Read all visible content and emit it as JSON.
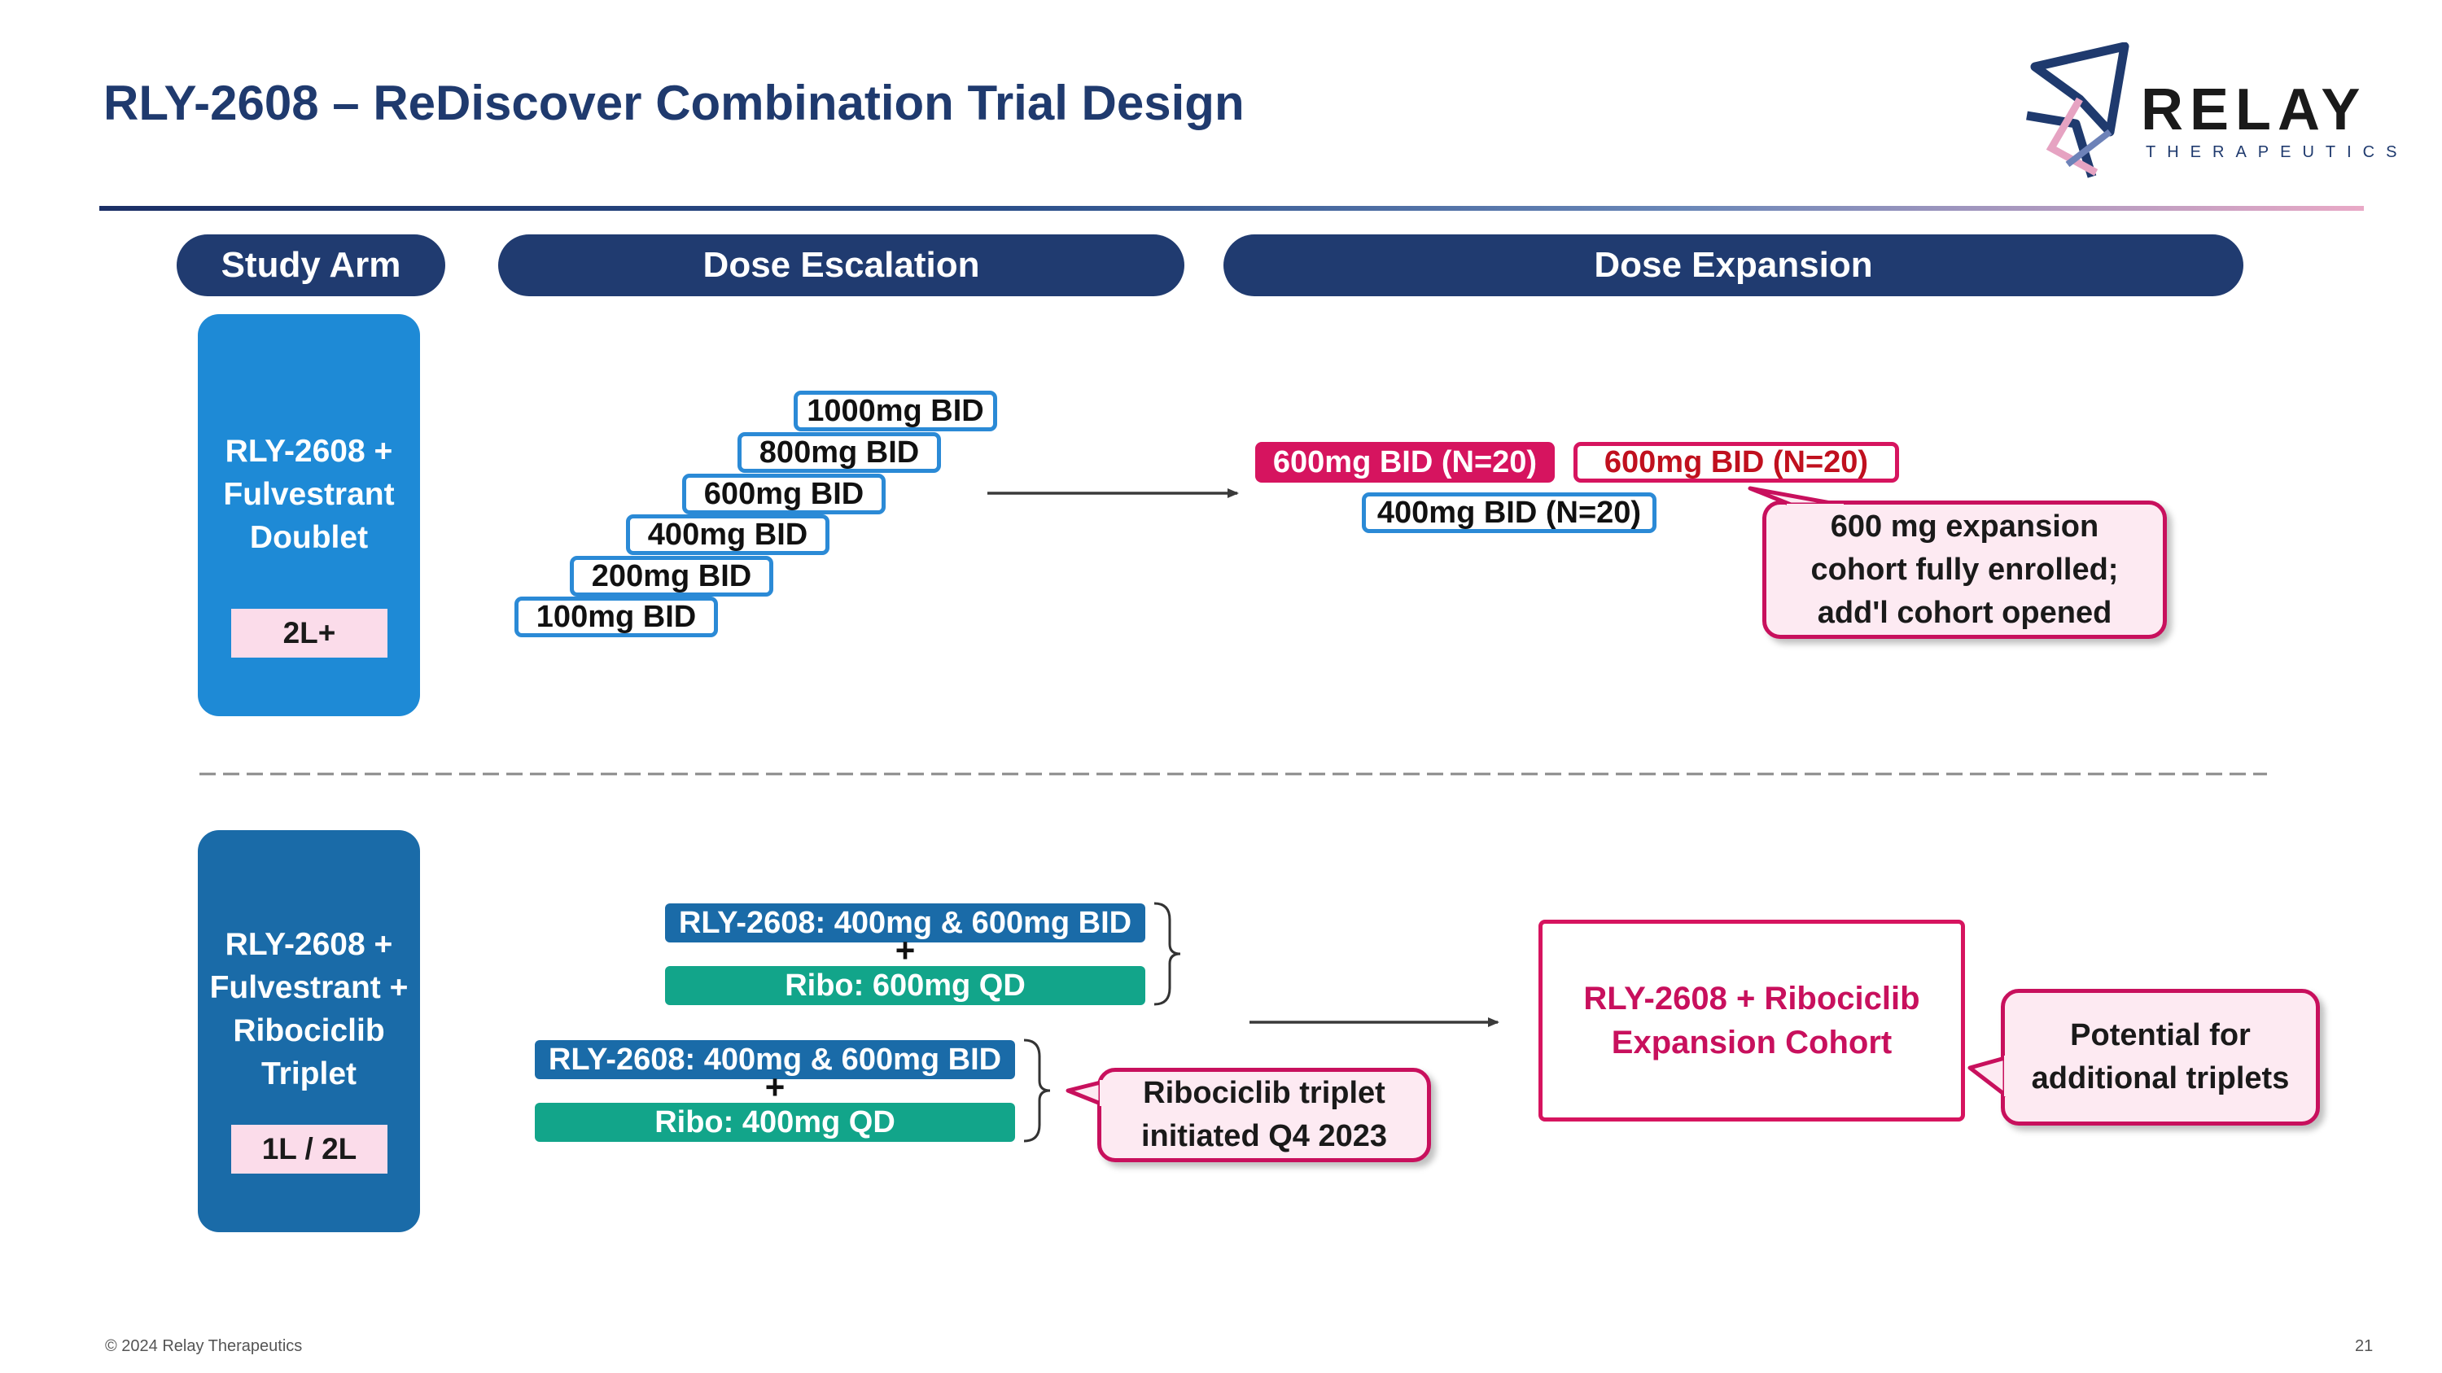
{
  "header": {
    "title": "RLY-2608 – ReDiscover Combination Trial Design",
    "logo_name": "RELAY",
    "logo_sub": "THERAPEUTICS"
  },
  "columns": {
    "study_arm": "Study Arm",
    "dose_escalation": "Dose Escalation",
    "dose_expansion": "Dose Expansion"
  },
  "doublet": {
    "arm_lines": [
      "RLY-2608 +",
      "Fulvestrant",
      "Doublet"
    ],
    "line_tag": "2L+",
    "escalation_doses": [
      "1000mg BID",
      "800mg BID",
      "600mg BID",
      "400mg BID",
      "200mg BID",
      "100mg BID"
    ],
    "expansion": {
      "cohort_filled": "600mg BID (N=20)",
      "cohort_open": "600mg BID (N=20)",
      "cohort_400": "400mg BID (N=20)"
    },
    "callout_lines": [
      "600 mg expansion",
      "cohort fully enrolled;",
      "add'l cohort opened"
    ]
  },
  "triplet": {
    "arm_lines": [
      "RLY-2608 +",
      "Fulvestrant +",
      "Ribociclib",
      "Triplet"
    ],
    "line_tag": "1L / 2L",
    "combo1": {
      "rly": "RLY-2608: 400mg & 600mg BID",
      "plus": "+",
      "ribo": "Ribo: 600mg QD"
    },
    "combo2": {
      "rly": "RLY-2608: 400mg & 600mg BID",
      "plus": "+",
      "ribo": "Ribo: 400mg QD"
    },
    "initiated_callout": [
      "Ribociclib triplet",
      "initiated Q4 2023"
    ],
    "expansion_cohort": [
      "RLY-2608 + Ribociclib",
      "Expansion Cohort"
    ],
    "potential_callout": [
      "Potential for",
      "additional triplets"
    ]
  },
  "footer": {
    "copyright": "© 2024 Relay Therapeutics",
    "page_number": "21"
  },
  "colors": {
    "navy": "#203b70",
    "doublet_blue": "#1e8ad6",
    "triplet_blue": "#1a6ba8",
    "teal": "#12a58a",
    "magenta": "#d6145f",
    "red_text": "#c0101e",
    "pink_fill": "#fbdcea"
  }
}
